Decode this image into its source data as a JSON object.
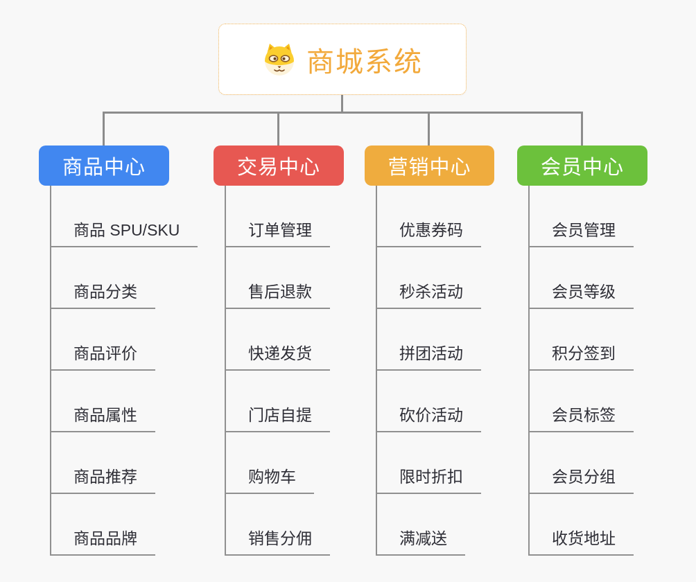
{
  "root": {
    "title": "商城系统",
    "icon": "dog-icon",
    "title_color": "#f2a93b",
    "border_color": "#f0b254"
  },
  "style": {
    "connector_color": "#8c8c8c",
    "leaf_line_color": "#909090",
    "leaf_text_color": "#2e2e36",
    "background_color": "#f8f8f8"
  },
  "branches": [
    {
      "label": "商品中心",
      "color": "#4187f0",
      "items": [
        "商品 SPU/SKU",
        "商品分类",
        "商品评价",
        "商品属性",
        "商品推荐",
        "商品品牌"
      ]
    },
    {
      "label": "交易中心",
      "color": "#e75852",
      "items": [
        "订单管理",
        "售后退款",
        "快递发货",
        "门店自提",
        "购物车",
        "销售分佣"
      ]
    },
    {
      "label": "营销中心",
      "color": "#efac3e",
      "items": [
        "优惠券码",
        "秒杀活动",
        "拼团活动",
        "砍价活动",
        "限时折扣",
        "满减送"
      ]
    },
    {
      "label": "会员中心",
      "color": "#6cc13c",
      "items": [
        "会员管理",
        "会员等级",
        "积分签到",
        "会员标签",
        "会员分组",
        "收货地址"
      ]
    }
  ]
}
